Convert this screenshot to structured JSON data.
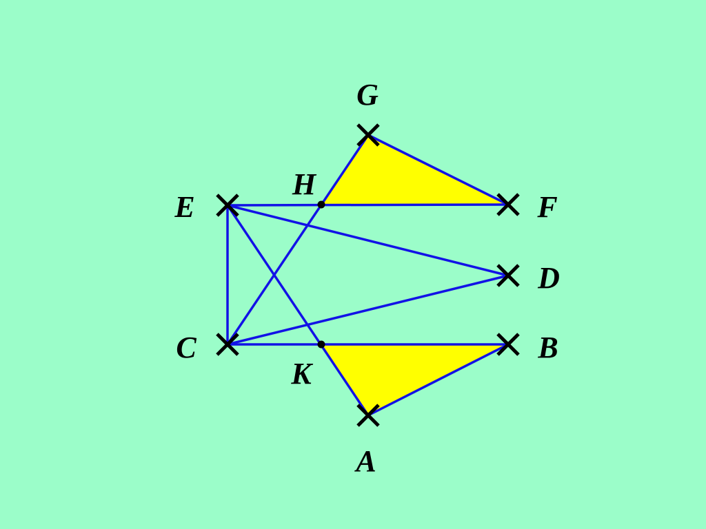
{
  "colors": {
    "background": "#9bfdc9",
    "line": "#1212e6",
    "fill": "#ffff00",
    "marker": "#000000",
    "label": "#000000"
  },
  "points": {
    "G": {
      "label": "G"
    },
    "H": {
      "label": "H"
    },
    "E": {
      "label": "E"
    },
    "F": {
      "label": "F"
    },
    "D": {
      "label": "D"
    },
    "C": {
      "label": "C"
    },
    "B": {
      "label": "B"
    },
    "K": {
      "label": "K"
    },
    "A": {
      "label": "A"
    }
  }
}
